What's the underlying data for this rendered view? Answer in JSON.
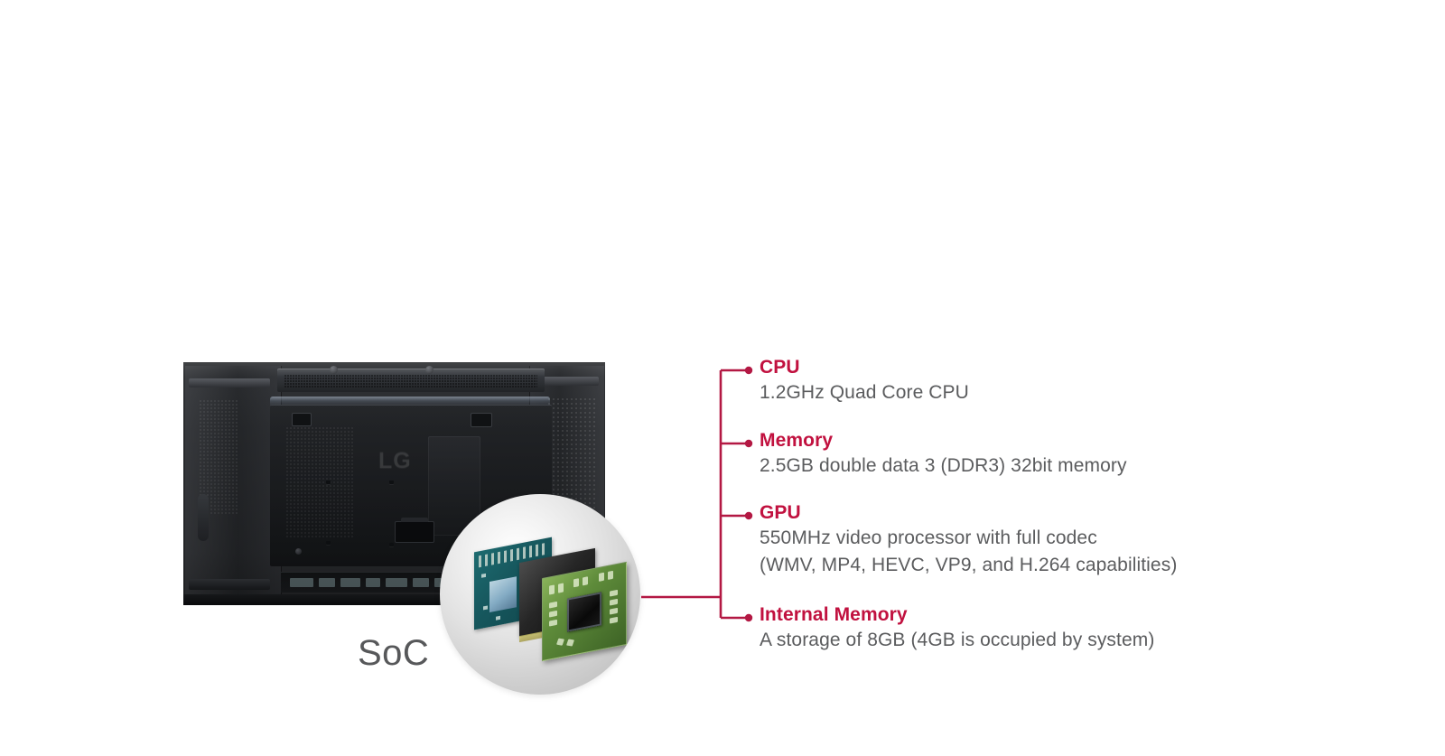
{
  "page": {
    "background_color": "#ffffff",
    "accent_color": "#c1113f",
    "body_text_color": "#5b5c5e",
    "label_text_color": "#57585a"
  },
  "product_image": {
    "alt": "Rear view of LG digital signage display",
    "brand_logo": "LG"
  },
  "magnifier": {
    "alt": "Close-up of System on Chip components",
    "caption": "SoC"
  },
  "specs": [
    {
      "title": "CPU",
      "lines": [
        "1.2GHz Quad Core CPU"
      ]
    },
    {
      "title": "Memory",
      "lines": [
        "2.5GB double data 3 (DDR3) 32bit memory"
      ]
    },
    {
      "title": "GPU",
      "lines": [
        "550MHz video processor with full codec",
        "(WMV, MP4, HEVC, VP9, and H.264 capabilities)"
      ]
    },
    {
      "title": "Internal Memory",
      "lines": [
        "A storage of 8GB (4GB is occupied by system)"
      ]
    }
  ]
}
